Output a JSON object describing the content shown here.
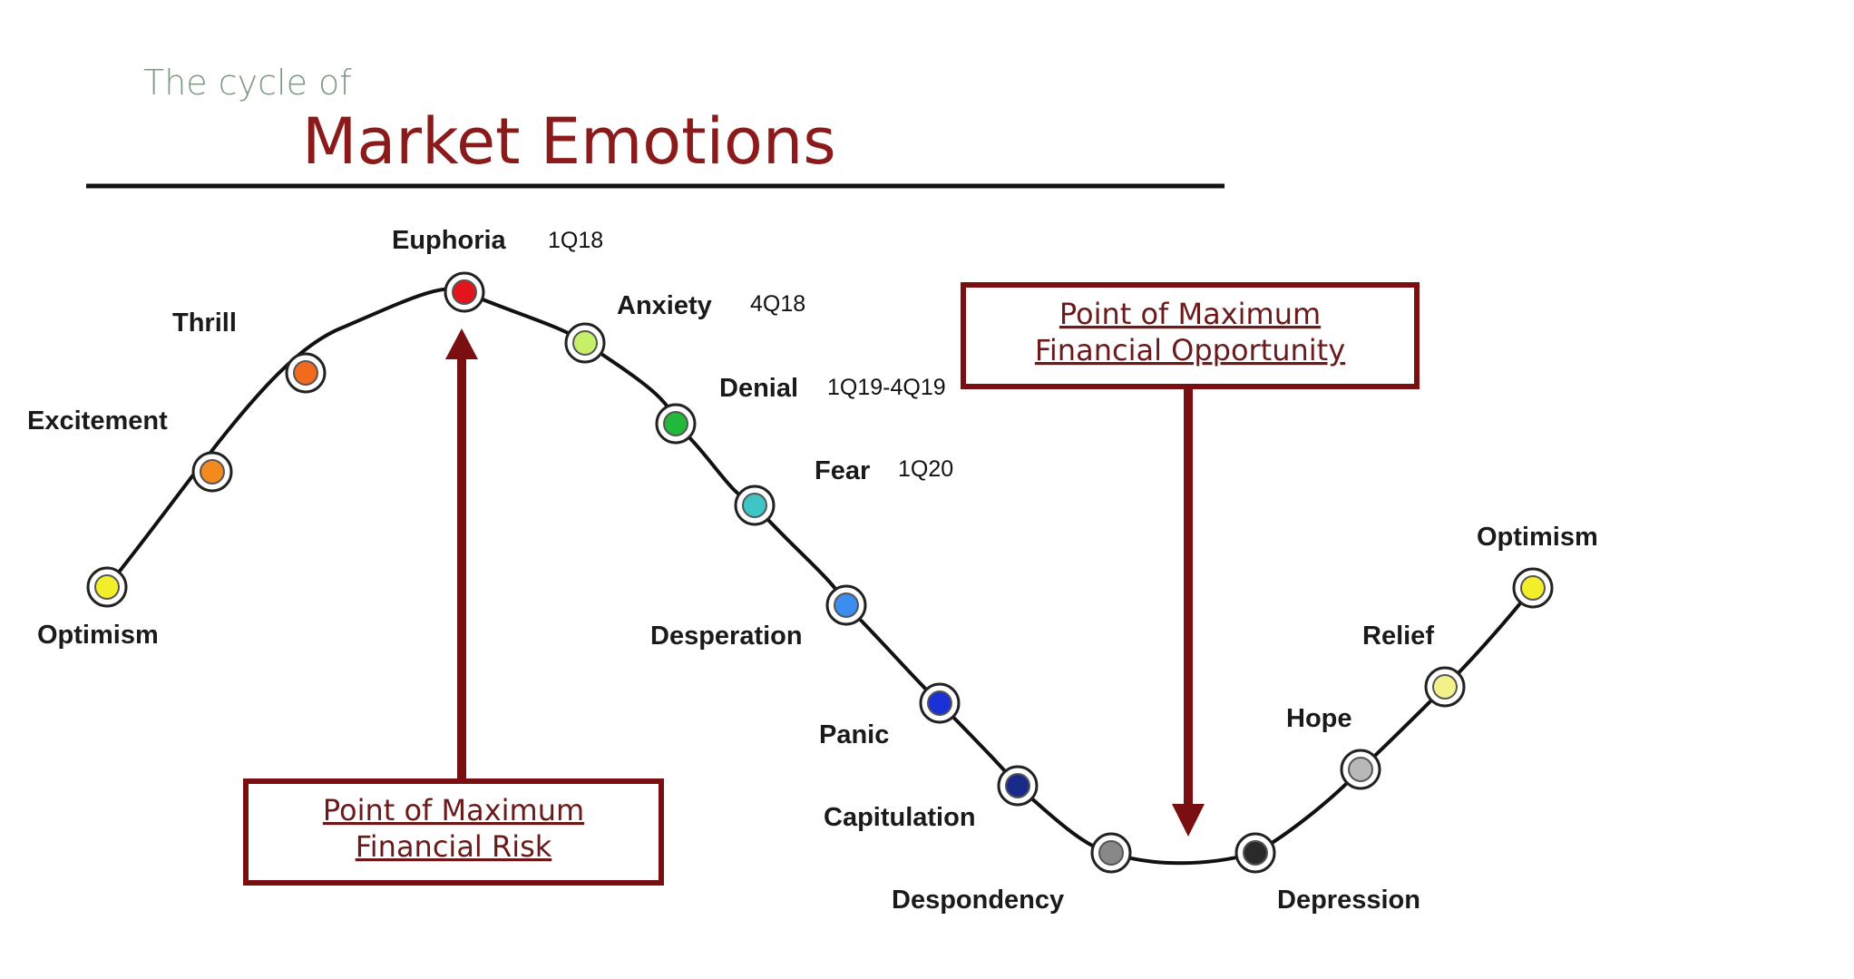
{
  "header": {
    "subtitle": "The cycle of",
    "title": "Market Emotions"
  },
  "colors": {
    "title": "#8b1a1a",
    "subtitle": "#7d9a83",
    "arrow": "#7a0f12",
    "box_border": "#7a0f12",
    "curve": "#111111"
  },
  "stages": [
    {
      "key": "optimism-start",
      "label": "Optimism",
      "color": "#f2ee2a"
    },
    {
      "key": "excitement",
      "label": "Excitement",
      "color": "#f28a1e"
    },
    {
      "key": "thrill",
      "label": "Thrill",
      "color": "#f26a1e"
    },
    {
      "key": "euphoria",
      "label": "Euphoria",
      "quarter": "1Q18",
      "color": "#e3141b"
    },
    {
      "key": "anxiety",
      "label": "Anxiety",
      "quarter": "4Q18",
      "color": "#c6f06a"
    },
    {
      "key": "denial",
      "label": "Denial",
      "quarter": "1Q19-4Q19",
      "color": "#22b83a"
    },
    {
      "key": "fear",
      "label": "Fear",
      "quarter": "1Q20",
      "color": "#3ec5c5"
    },
    {
      "key": "desperation",
      "label": "Desperation",
      "color": "#3b8ef0"
    },
    {
      "key": "panic",
      "label": "Panic",
      "color": "#1a2fd6"
    },
    {
      "key": "capitulation",
      "label": "Capitulation",
      "color": "#1a2a8a"
    },
    {
      "key": "despondency",
      "label": "Despondency",
      "color": "#888888"
    },
    {
      "key": "depression",
      "label": "Depression",
      "color": "#2a2a2a"
    },
    {
      "key": "hope",
      "label": "Hope",
      "color": "#b8b8b8"
    },
    {
      "key": "relief",
      "label": "Relief",
      "color": "#f4f08a"
    },
    {
      "key": "optimism-end",
      "label": "Optimism",
      "color": "#f2ee2a"
    }
  ],
  "callouts": {
    "risk": {
      "line1": "Point of Maximum",
      "line2": "Financial Risk"
    },
    "opportunity": {
      "line1": "Point of Maximum",
      "line2": "Financial Opportunity"
    }
  }
}
